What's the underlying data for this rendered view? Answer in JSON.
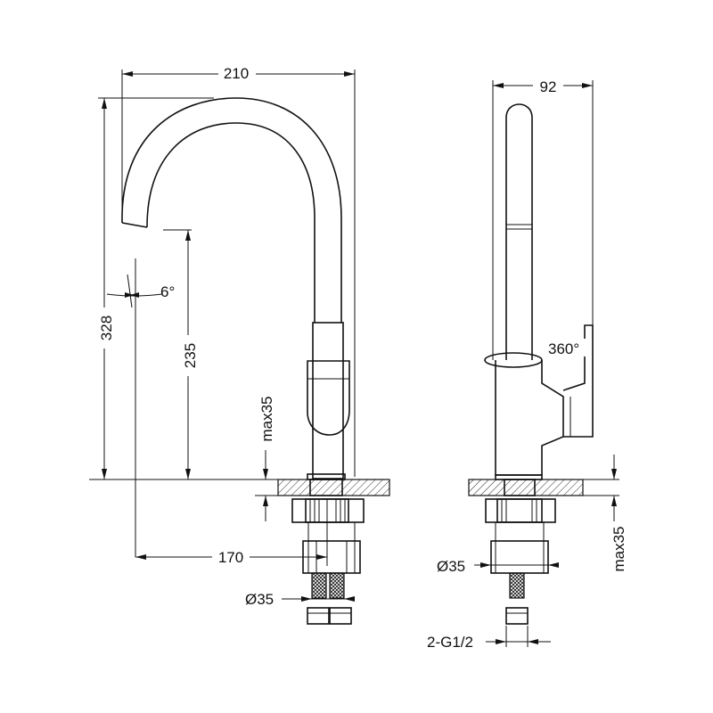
{
  "drawing": {
    "front_view": {
      "dim_width": "210",
      "dim_height": "328",
      "dim_spout_height": "235",
      "dim_max_thickness": "max35",
      "dim_reach": "170",
      "dim_angle": "6°",
      "dim_hole_diameter": "Ø35"
    },
    "side_view": {
      "dim_width": "92",
      "dim_rotation": "360°",
      "dim_hole_diameter": "Ø35",
      "dim_max_thickness": "max35",
      "dim_connection": "2-G1/2"
    }
  }
}
